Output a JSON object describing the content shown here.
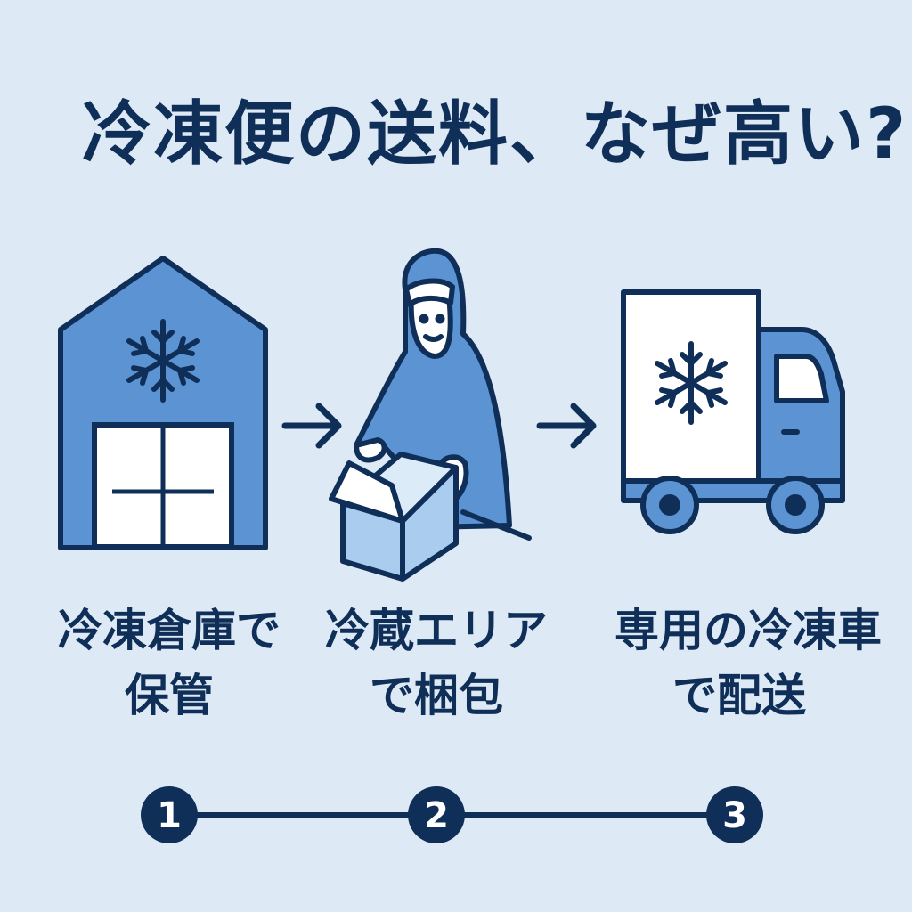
{
  "title": "冷凍便の送料、なぜ高い?",
  "steps": [
    {
      "number": "1",
      "line1": "冷凍倉庫で",
      "line2": "保管"
    },
    {
      "number": "2",
      "line1": "冷蔵エリア",
      "line2": "で梱包"
    },
    {
      "number": "3",
      "line1": "専用の冷凍車",
      "line2": "で配送"
    }
  ],
  "colors": {
    "background": "#dde9f5",
    "navy": "#0f2f58",
    "blue": "#5b93d3",
    "light_blue": "#a9ccef",
    "white": "#ffffff"
  },
  "icons": [
    "warehouse-icon",
    "snowflake-icon",
    "worker-icon",
    "box-icon",
    "arrow-right-icon",
    "truck-icon"
  ]
}
